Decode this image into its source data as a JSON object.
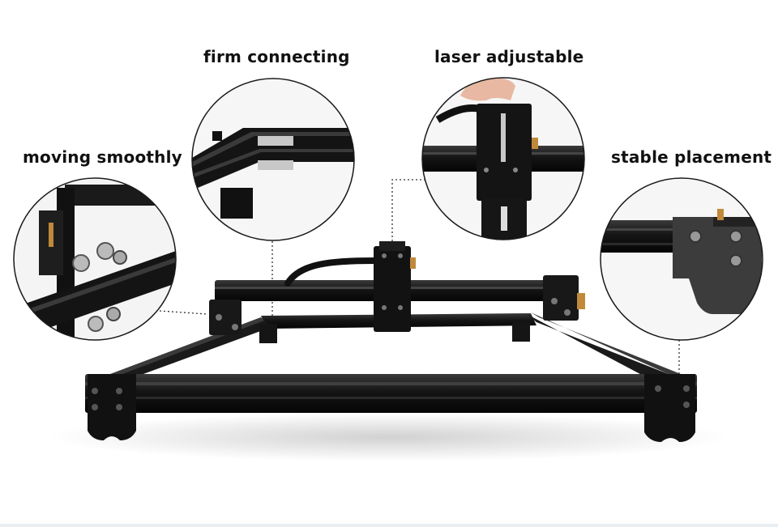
{
  "callouts": {
    "firm": "firm connecting",
    "laser": "laser adjustable",
    "moving": "moving smoothly",
    "stable": "stable placement"
  },
  "colors": {
    "frame": "#141414",
    "frame_highlight": "#3a3a3a",
    "circle_border": "#1a1a1a",
    "dotted_line": "#333333",
    "metal": "#c8c8c8"
  }
}
